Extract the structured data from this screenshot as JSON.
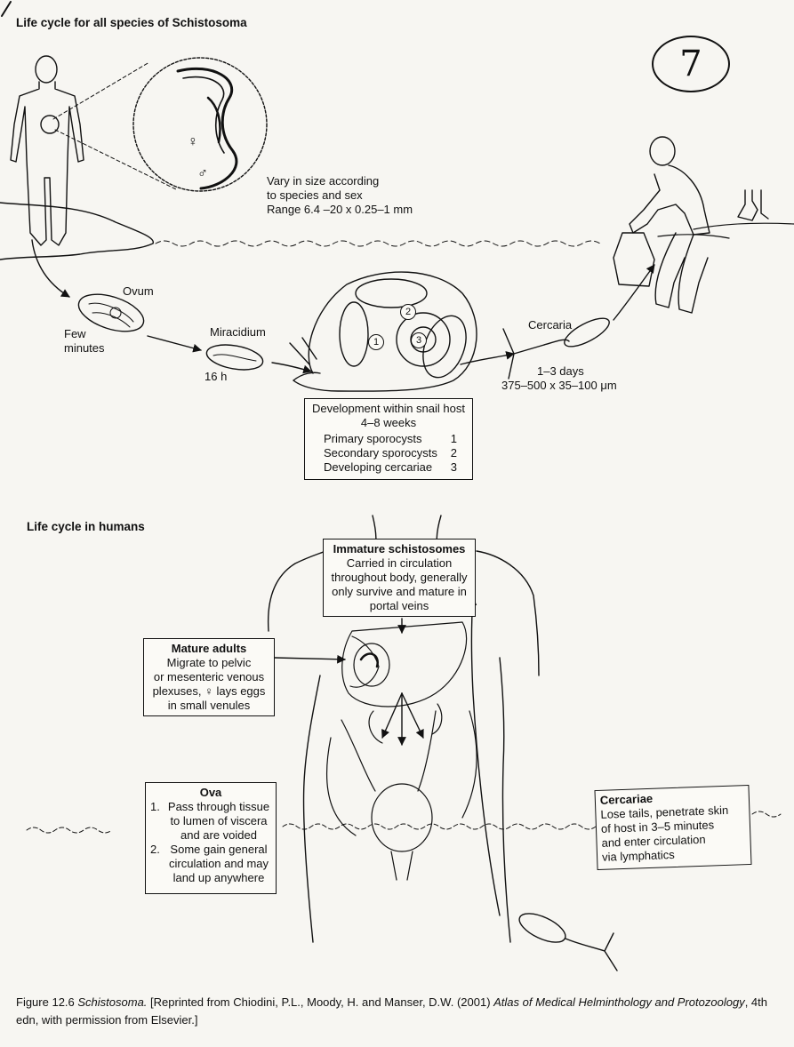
{
  "page_number": "7",
  "top_section": {
    "title": "Life cycle for all species of Schistosoma",
    "size_note": [
      "Vary in size according",
      "to species and sex",
      "Range 6.4 –20 x 0.25–1 mm"
    ],
    "female_symbol": "♀",
    "male_symbol": "♂",
    "ovum_label": "Ovum",
    "few_minutes": [
      "Few",
      "minutes"
    ],
    "miracidium_label": "Miracidium",
    "miracidium_time": "16 h",
    "cercaria_label": "Cercaria",
    "cercaria_info": [
      "1–3 days",
      "375–500 x 35–100 μm"
    ],
    "snail_numbers": [
      "1",
      "2",
      "3"
    ],
    "snail_box": {
      "title": "Development within snail host",
      "duration": "4–8 weeks",
      "rows": [
        {
          "label": "Primary sporocysts",
          "num": "1"
        },
        {
          "label": "Secondary sporocysts",
          "num": "2"
        },
        {
          "label": "Developing cercariae",
          "num": "3"
        }
      ]
    }
  },
  "bottom_section": {
    "title": "Life cycle in humans",
    "immature": {
      "title": "Immature schistosomes",
      "lines": [
        "Carried in circulation",
        "throughout body, generally",
        "only survive and mature in",
        "portal veins"
      ]
    },
    "mature": {
      "title": "Mature adults",
      "lines": [
        "Migrate to pelvic",
        "or mesenteric venous",
        "plexuses, ♀ lays eggs",
        "in small venules"
      ]
    },
    "ova": {
      "title": "Ova",
      "items": [
        {
          "n": "1.",
          "lines": [
            "Pass through tissue",
            "to lumen of viscera",
            "and are voided"
          ]
        },
        {
          "n": "2.",
          "lines": [
            "Some gain general",
            "circulation and may",
            "land up anywhere"
          ]
        }
      ]
    },
    "cercariae": {
      "title": "Cercariae",
      "lines": [
        "Lose tails, penetrate skin",
        "of host in 3–5 minutes",
        "and enter circulation",
        "via lymphatics"
      ]
    }
  },
  "caption": {
    "figure_label": "Figure 12.6",
    "italic_part": "Schistosoma.",
    "text_1": " [Reprinted from Chiodini, P.L., Moody, H. and Manser, D.W. (2001) ",
    "book_title": "Atlas of Medical Helminthology and Protozoology",
    "text_2": ", 4th edn, with permission from Elsevier.]"
  }
}
